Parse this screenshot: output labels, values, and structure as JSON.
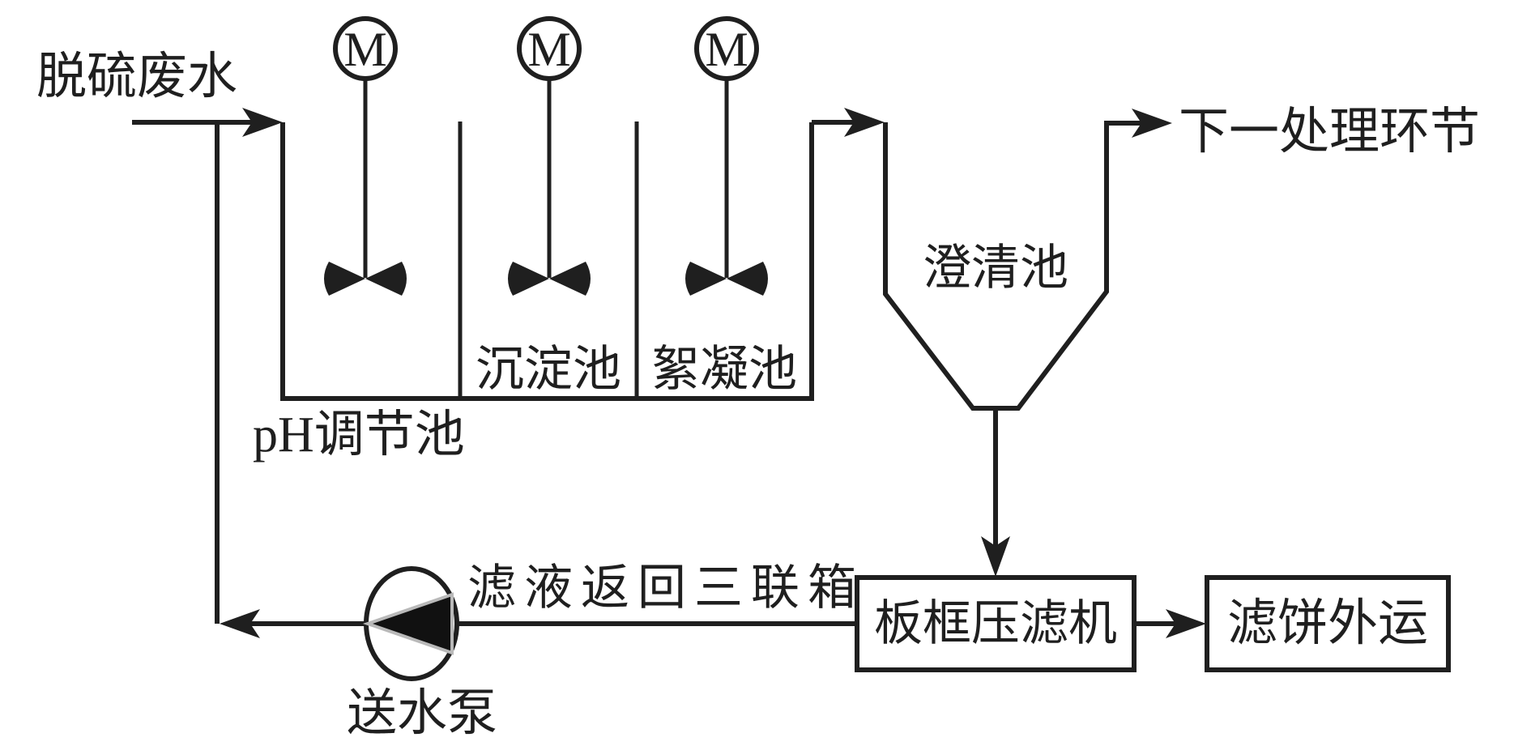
{
  "diagram": {
    "labels": {
      "feedwater": "脱硫废水",
      "next_step": "下一处理环节",
      "ph_tank": "pH调节池",
      "sedimentation_tank": "沉淀池",
      "flocculation_tank": "絮凝池",
      "clarifier": "澄清池",
      "filtrate_return": "滤液返回三联箱",
      "filter_press": "板框压滤机",
      "cake_out": "滤饼外运",
      "pump": "送水泵"
    },
    "motors": [
      {
        "label": "M"
      },
      {
        "label": "M"
      },
      {
        "label": "M"
      }
    ],
    "colors": {
      "line": "#1f1f1f",
      "text": "#1f1f1f",
      "background": "#ffffff",
      "pump_triangle_fill": "#111111",
      "pump_triangle_outline": "#b9b9b9"
    }
  }
}
